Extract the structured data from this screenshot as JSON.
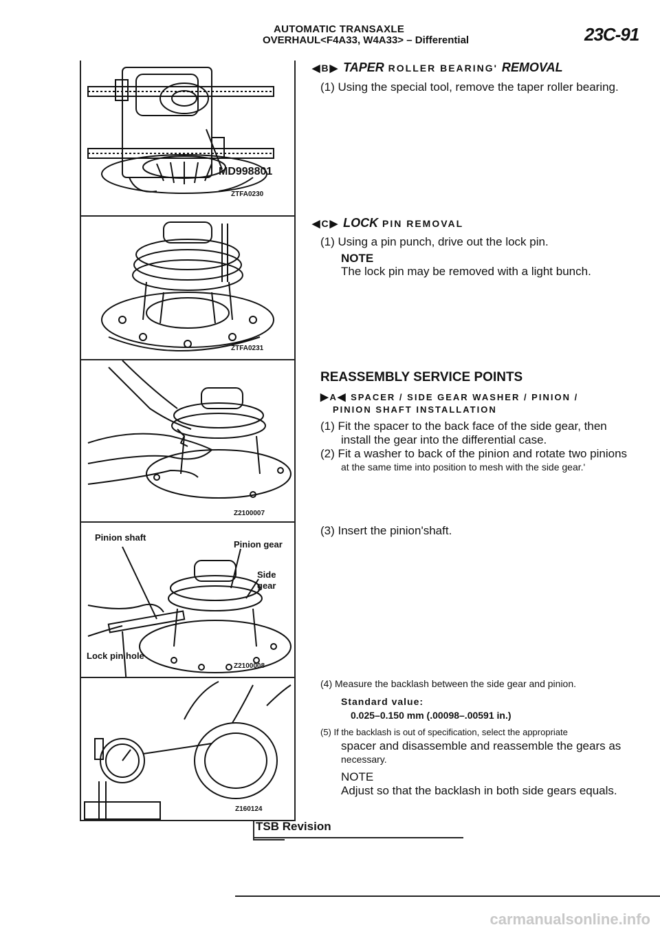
{
  "header": {
    "line1": "AUTOMATIC TRANSAXLE",
    "line2": "OVERHAUL<F4A33, W4A33> – Differential",
    "page": "23C-91"
  },
  "figures": [
    {
      "code": "ZTFA0230",
      "tool": "MD998801"
    },
    {
      "code": "ZTFA0231"
    },
    {
      "code": "Z2100007"
    },
    {
      "code": "Z2100008",
      "labels": {
        "pinion_shaft": "Pinion shaft",
        "pinion_gear": "Pinion gear",
        "side_gear_1": "Side",
        "side_gear_2": "gear",
        "lock_pin_hole": "Lock pin hole"
      }
    },
    {
      "code": "Z160124"
    }
  ],
  "sections": {
    "b": {
      "marker": "B",
      "title_big": "TAPER",
      "title_rest": "ROLLER BEARING'",
      "title_big2": "REMOVAL",
      "step1": "(1) Using the special tool, remove the taper roller bearing."
    },
    "c": {
      "marker": "C",
      "title_big": "LOCK",
      "title_rest": "PIN REMOVAL",
      "step1": "(1) Using a pin punch, drive out the lock pin.",
      "note_label": "NOTE",
      "note_text": "The lock pin may be removed with a light bunch."
    },
    "reassembly": {
      "title": "REASSEMBLY SERVICE POINTS",
      "a_marker": "A",
      "a_line1": "SPACER / SIDE GEAR WASHER / PINION /",
      "a_line2": "PINION SHAFT INSTALLATION",
      "step1a": "(1) Fit the spacer to the back face of the side gear, then",
      "step1b": "install the gear into the differential case.",
      "step2a": "(2) Fit a washer to back of the pinion and rotate two pinions",
      "step2b": "at the same time into position to mesh with the side gear.'",
      "step3": "(3) Insert the pinion'shaft.",
      "step4": "(4) Measure the backlash between the side gear and pinion.",
      "std_label": "Standard value:",
      "std_value": "0.025–0.150 mm (.00098–.00591 in.)",
      "step5a": "(5) If the backlash is out of specification, select the appropriate",
      "step5b": "spacer and disassemble and reassemble the gears as",
      "step5c": "necessary.",
      "note_label": "NOTE",
      "note_text": "Adjust so that the backlash in both side gears equals."
    }
  },
  "footer": {
    "tsb": "TSB",
    "revision": "Revision",
    "watermark": "carmanualsonline.info"
  }
}
